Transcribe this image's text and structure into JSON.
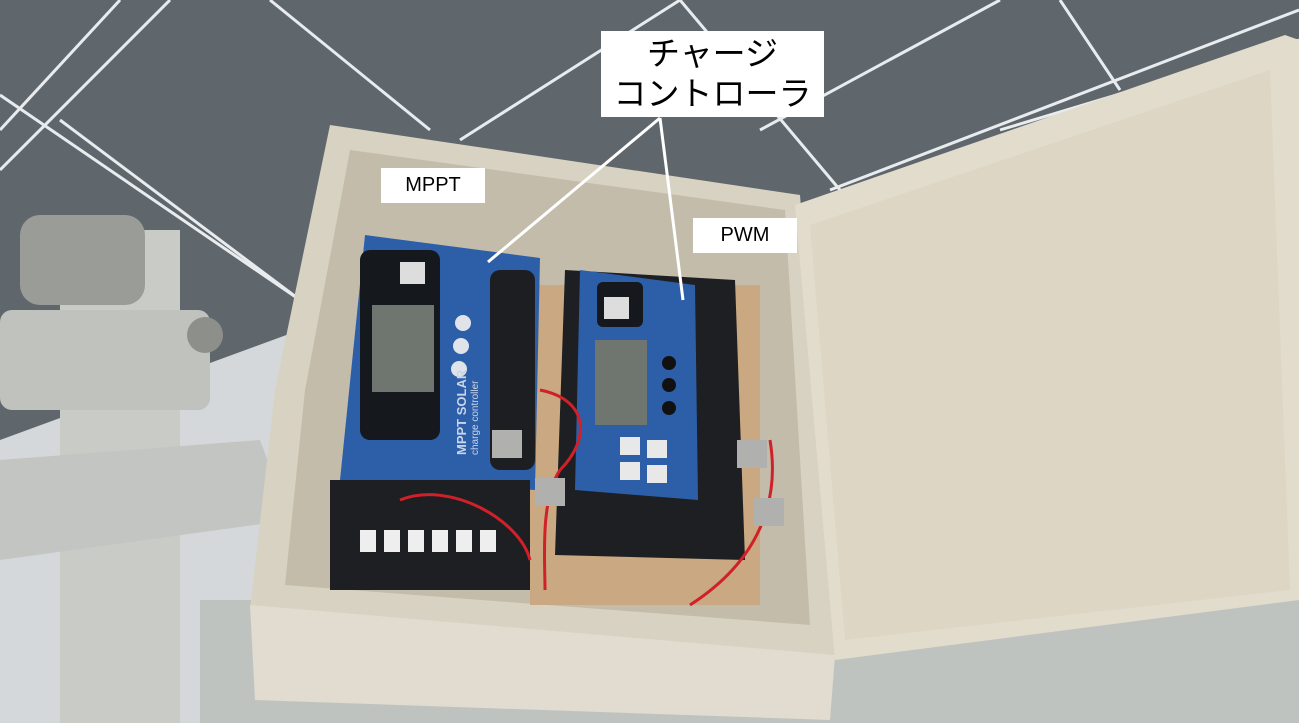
{
  "annotations": {
    "title_line1": "チャージ",
    "title_line2": "コントローラ",
    "mppt_label": "MPPT",
    "pwm_label": "PWM"
  },
  "device_text": {
    "mppt_brand_line1": "MPPT SOLAR",
    "mppt_brand_line2": "charge controller"
  },
  "colors": {
    "panel": "#5e656b",
    "box": "#d9d3c3",
    "controller": "#2d5fa8"
  }
}
